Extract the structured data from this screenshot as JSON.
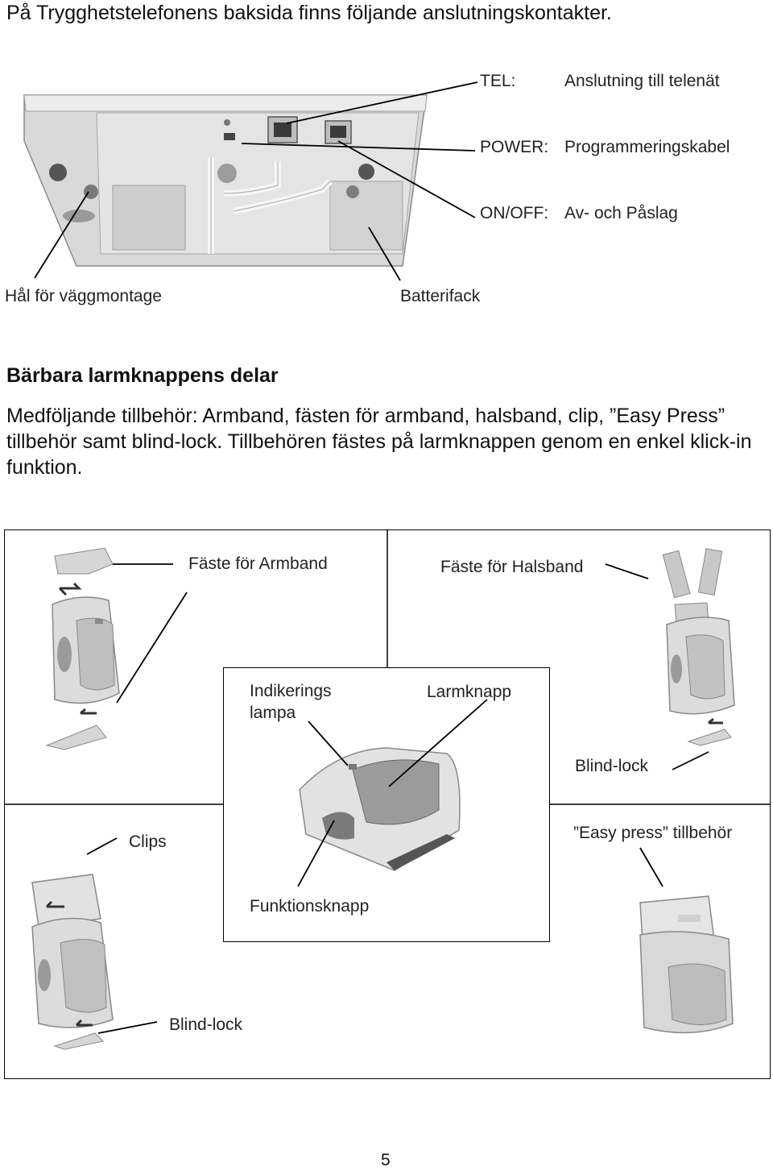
{
  "intro_text": "På Trygghetstelefonens baksida finns följande anslutningskontakter.",
  "connectors": [
    {
      "name": "TEL:",
      "desc": "Anslutning till telenät"
    },
    {
      "name": "POWER:",
      "desc": "Programmeringskabel"
    },
    {
      "name": "ON/OFF:",
      "desc": "Av- och Påslag"
    }
  ],
  "base_labels": {
    "wall_mount": "Hål för väggmontage",
    "battery": "Batterifack"
  },
  "section_heading": "Bärbara larmknappens delar",
  "section_text": "Medföljande tillbehör: Armband, fästen för armband, halsband, clip, ”Easy Press” tillbehör samt blind-lock. Tillbehören fästes på larmknappen genom en enkel klick-in funktion.",
  "parts_labels": {
    "armband": "Fäste för Armband",
    "halsband": "Fäste för Halsband",
    "indicator_line1": "Indikerings",
    "indicator_line2": "lampa",
    "alarm_button": "Larmknapp",
    "blind_lock_right": "Blind-lock",
    "clips": "Clips",
    "easy_press": "”Easy press” tillbehör",
    "function_button": "Funktionsknapp",
    "blind_lock_left": "Blind-lock"
  },
  "page_number": "5"
}
